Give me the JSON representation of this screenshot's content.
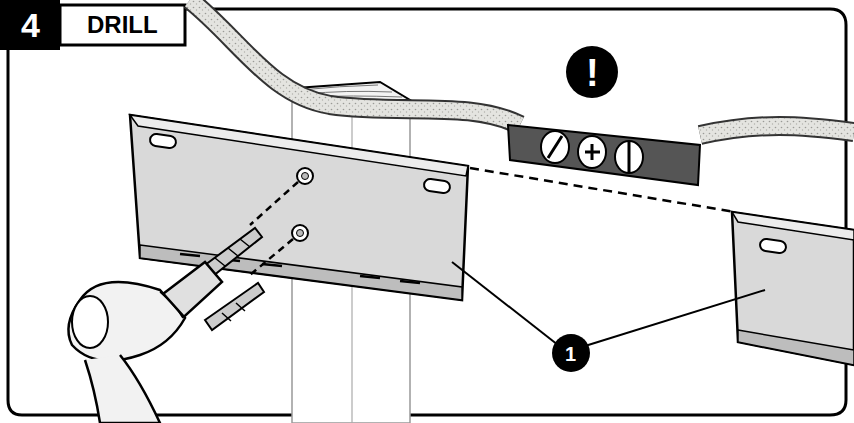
{
  "diagram": {
    "title": "DRILL",
    "labels": [
      "4",
      "!",
      "1"
    ]
  }
}
